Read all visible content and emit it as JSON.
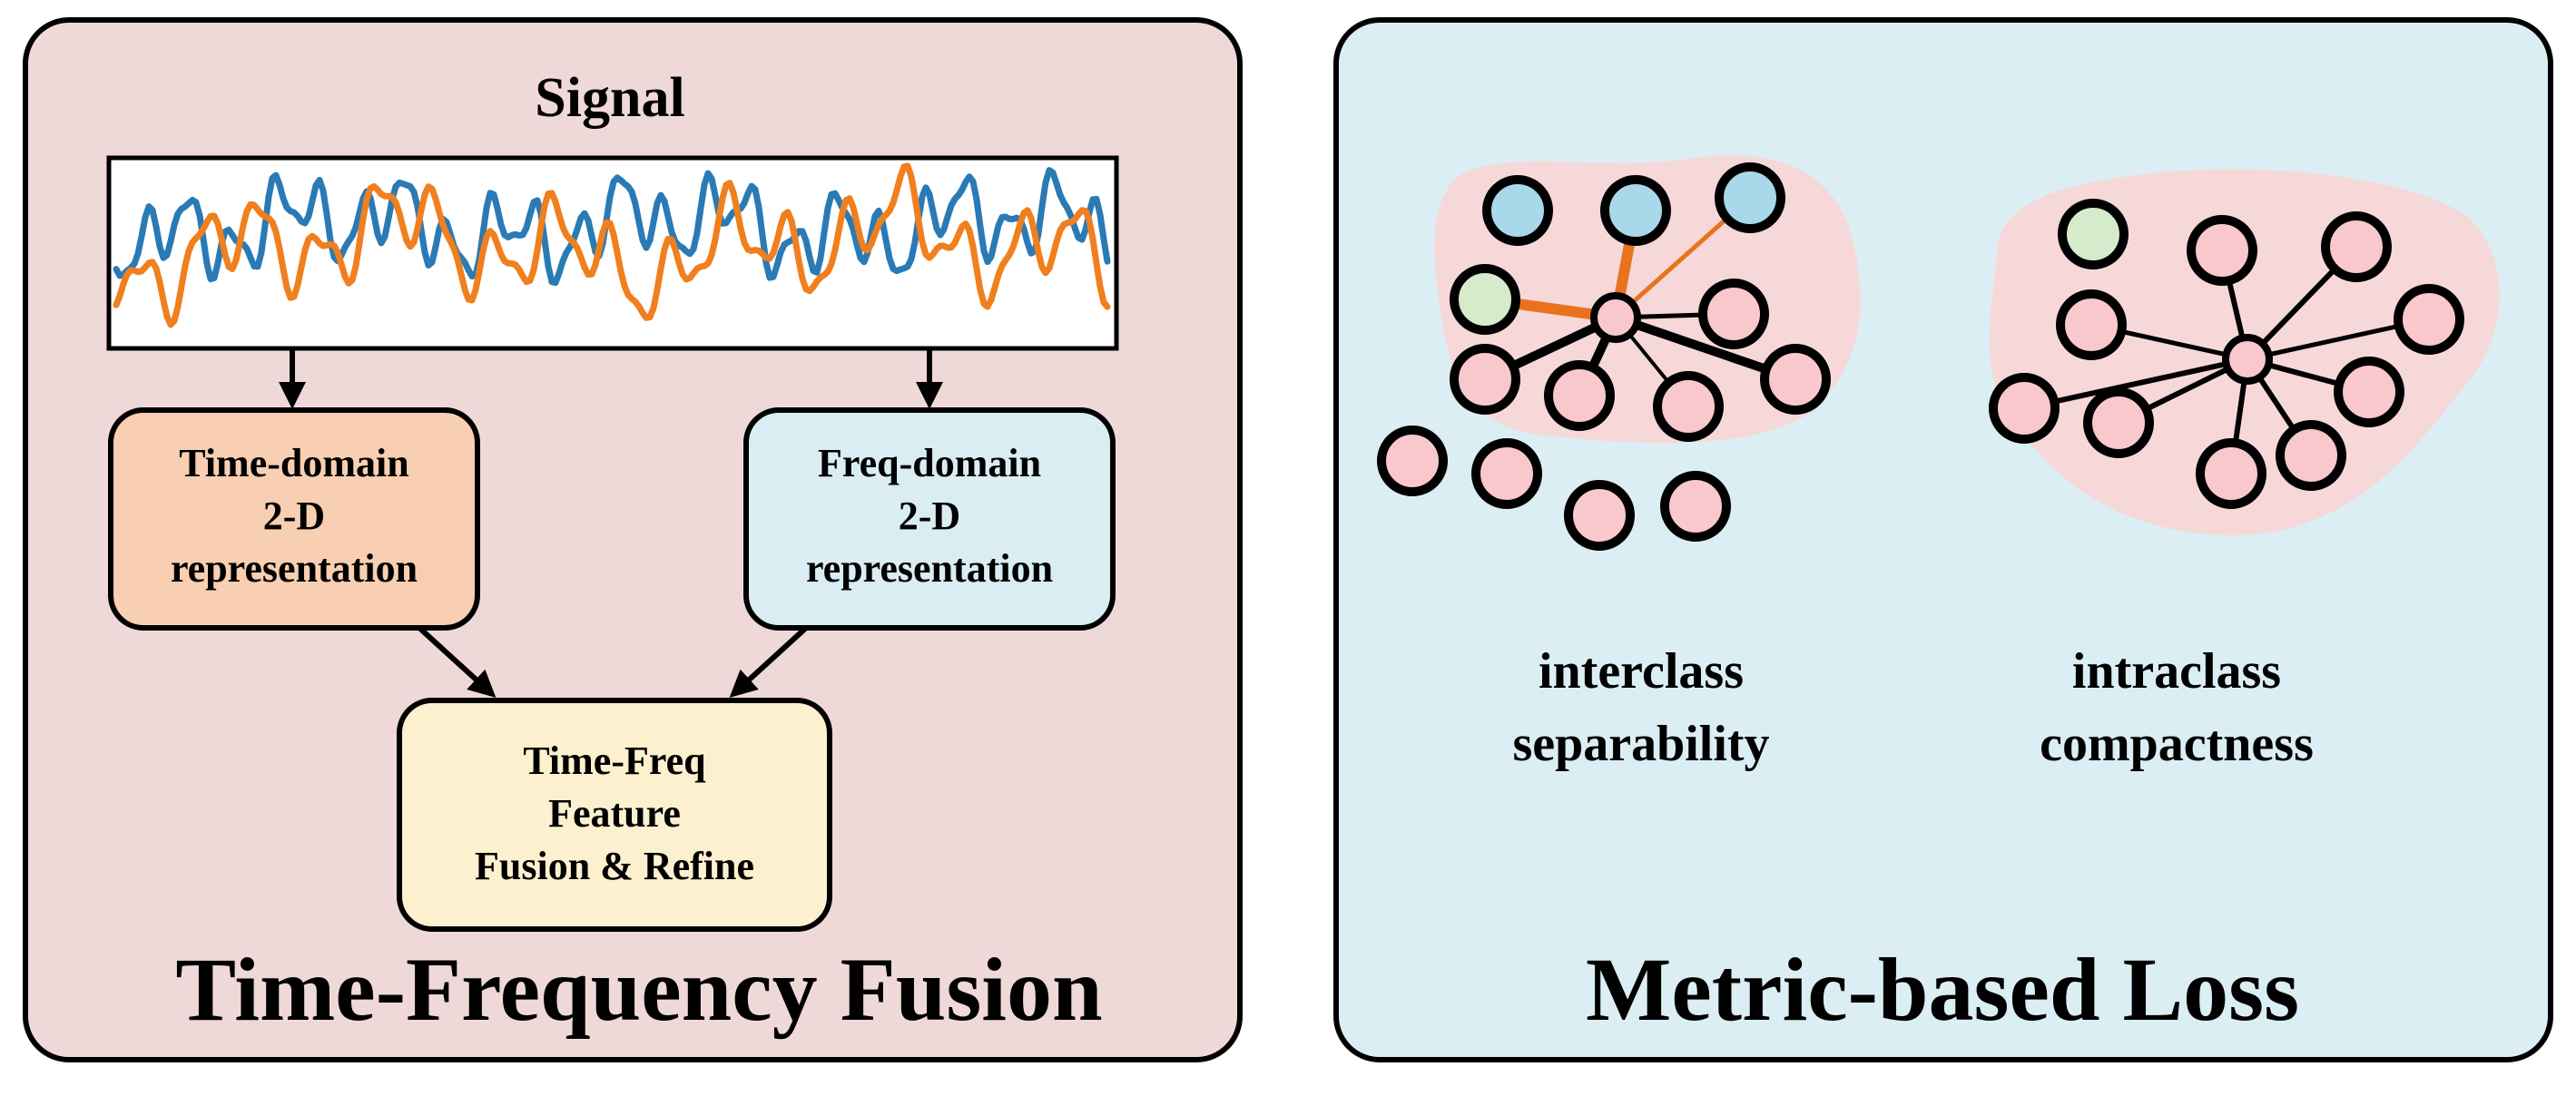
{
  "colors": {
    "left_panel_bg": "#efd9d8",
    "right_panel_bg": "#dbeef3",
    "time_box": "#f8cfb2",
    "freq_box": "#d9edf3",
    "fusion_box": "#fdf0cf",
    "cluster_blob": "#f7d8d8",
    "node_pink": "#f8c8cc",
    "node_blue": "#a9d8ea",
    "node_green": "#d6ebcc",
    "signal_blue": "#2a7ab5",
    "signal_orange": "#f07f1e",
    "highlight_edge": "#e8731f"
  },
  "left_panel": {
    "signal_label": "Signal",
    "time_box_lines": [
      "Time-domain",
      "2-D",
      "representation"
    ],
    "freq_box_lines": [
      "Freq-domain",
      "2-D",
      "representation"
    ],
    "fusion_box_lines": [
      "Time-Freq",
      "Feature",
      "Fusion & Refine"
    ],
    "title": "Time-Frequency Fusion"
  },
  "right_panel": {
    "interclass_lines": [
      "interclass",
      "separability"
    ],
    "intraclass_lines": [
      "intraclass",
      "compactness"
    ],
    "title": "Metric-based Loss"
  }
}
